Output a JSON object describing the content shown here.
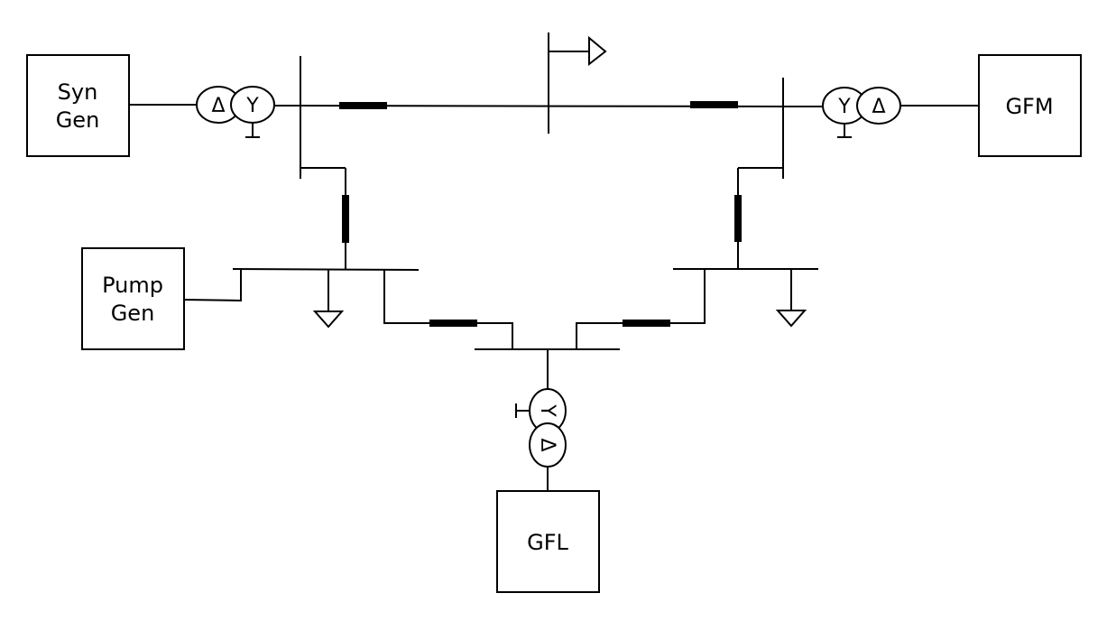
{
  "blocks": {
    "syn_gen": [
      "Syn",
      "Gen"
    ],
    "pump_gen": [
      "Pump",
      "Gen"
    ],
    "gfm": "GFM",
    "gfl": "GFL"
  },
  "winding": {
    "delta": "Δ",
    "wye": "Y"
  }
}
